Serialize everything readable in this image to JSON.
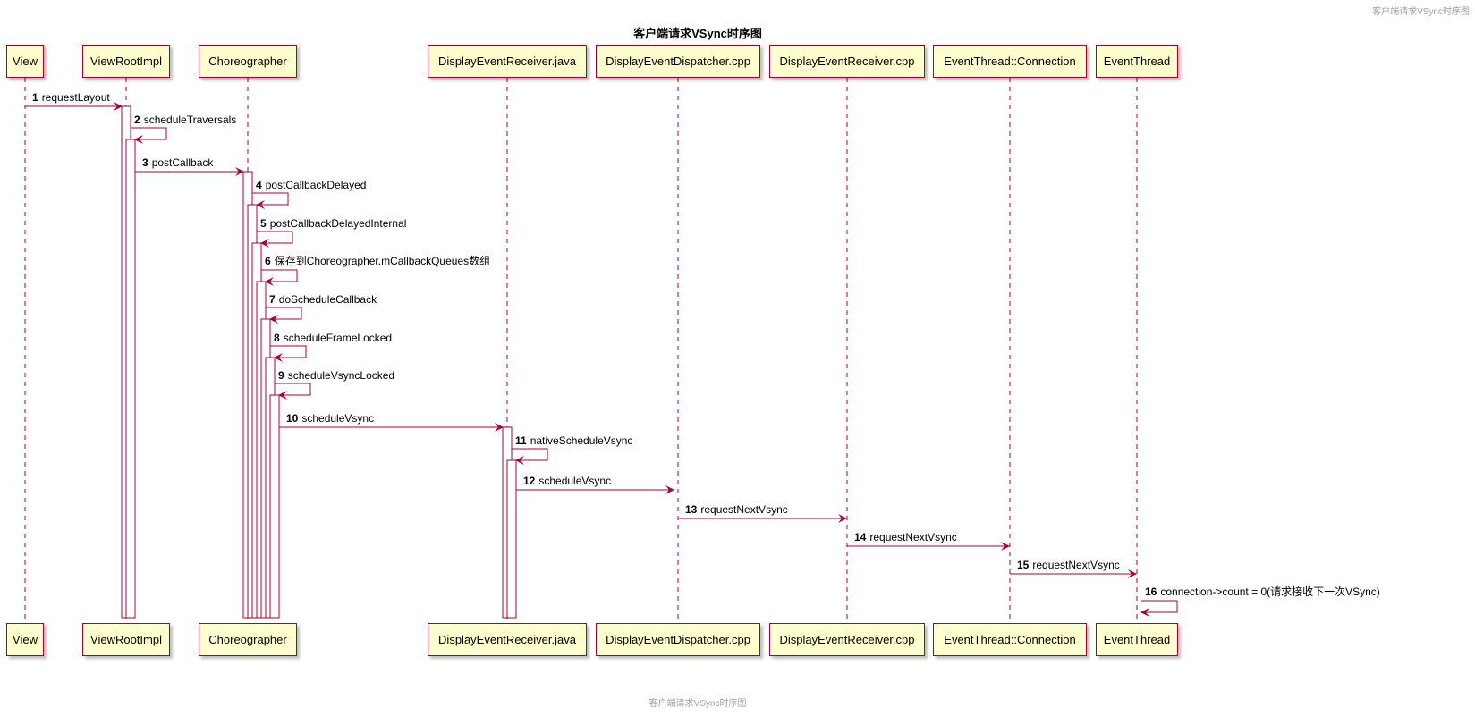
{
  "header": {
    "corner_text": "客户端请求VSync时序图",
    "footer_text": "客户端请求VSync时序图"
  },
  "title": "客户端请求VSync时序图",
  "colors": {
    "box_fill": "#FEFECE",
    "border": "#A80036",
    "line": "#A80036"
  },
  "participants": [
    "View",
    "ViewRootImpl",
    "Choreographer",
    "DisplayEventReceiver.java",
    "DisplayEventDispatcher.cpp",
    "DisplayEventReceiver.cpp",
    "EventThread::Connection",
    "EventThread"
  ],
  "messages": [
    {
      "num": "1",
      "label": "requestLayout",
      "from": 0,
      "to": 1
    },
    {
      "num": "2",
      "label": "scheduleTraversals",
      "from": 1,
      "to": 1
    },
    {
      "num": "3",
      "label": "postCallback",
      "from": 1,
      "to": 2
    },
    {
      "num": "4",
      "label": "postCallbackDelayed",
      "from": 2,
      "to": 2
    },
    {
      "num": "5",
      "label": "postCallbackDelayedInternal",
      "from": 2,
      "to": 2
    },
    {
      "num": "6",
      "label": "保存到Choreographer.mCallbackQueues数组",
      "from": 2,
      "to": 2
    },
    {
      "num": "7",
      "label": "doScheduleCallback",
      "from": 2,
      "to": 2
    },
    {
      "num": "8",
      "label": "scheduleFrameLocked",
      "from": 2,
      "to": 2
    },
    {
      "num": "9",
      "label": "scheduleVsyncLocked",
      "from": 2,
      "to": 2
    },
    {
      "num": "10",
      "label": "scheduleVsync",
      "from": 2,
      "to": 3
    },
    {
      "num": "11",
      "label": "nativeScheduleVsync",
      "from": 3,
      "to": 3
    },
    {
      "num": "12",
      "label": "scheduleVsync",
      "from": 3,
      "to": 4
    },
    {
      "num": "13",
      "label": "requestNextVsync",
      "from": 4,
      "to": 5
    },
    {
      "num": "14",
      "label": "requestNextVsync",
      "from": 5,
      "to": 6
    },
    {
      "num": "15",
      "label": "requestNextVsync",
      "from": 6,
      "to": 7
    },
    {
      "num": "16",
      "label": "connection->count = 0(请求接收下一次VSync)",
      "from": 7,
      "to": 7
    }
  ]
}
